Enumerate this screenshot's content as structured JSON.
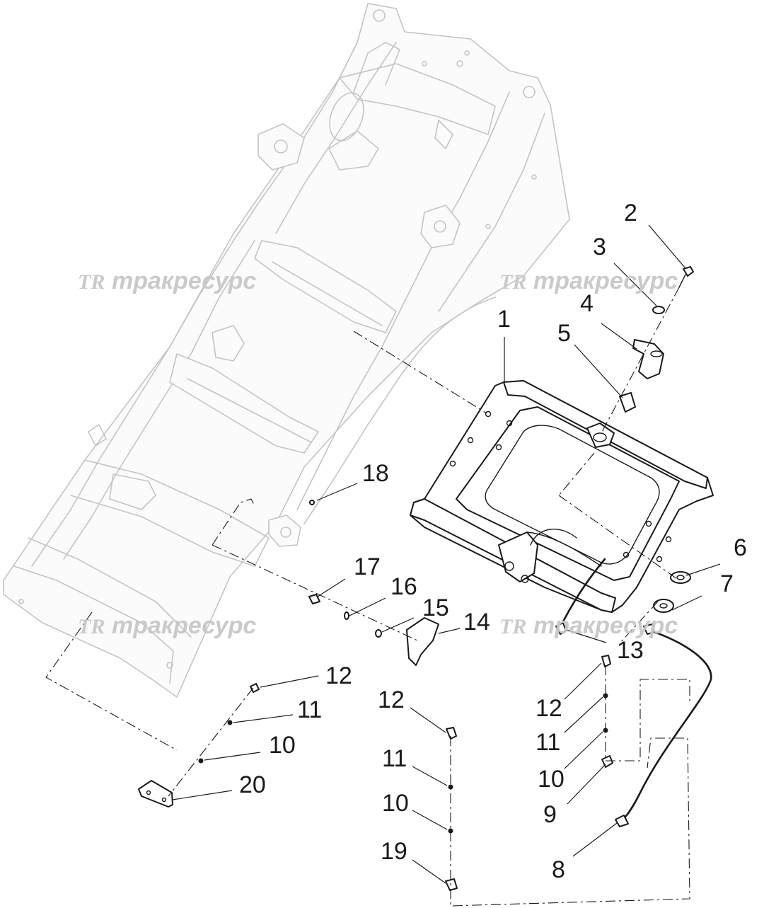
{
  "watermark": {
    "logo": "TR",
    "text": "тракресурс"
  },
  "callouts": {
    "c1": "1",
    "c2": "2",
    "c3": "3",
    "c4": "4",
    "c5": "5",
    "c6": "6",
    "c7": "7",
    "c8": "8",
    "c9": "9",
    "c10a": "10",
    "c10b": "10",
    "c10c": "10",
    "c11a": "11",
    "c11b": "11",
    "c11c": "11",
    "c12a": "12",
    "c12b": "12",
    "c12c": "12",
    "c13": "13",
    "c14": "14",
    "c15": "15",
    "c16": "16",
    "c17": "17",
    "c18": "18",
    "c19": "19",
    "c20": "20"
  }
}
